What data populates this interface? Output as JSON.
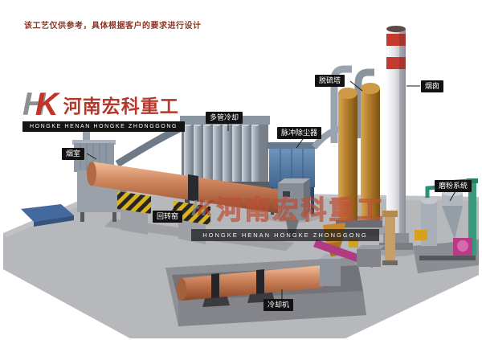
{
  "note": "该工艺仅供参考，具体根据客户的要求进行设计",
  "watermark": {
    "logo_h": "H",
    "logo_k": "K",
    "company_cn": "河南宏科重工",
    "company_en": "HONGKE HENAN HONGKE ZHONGGONG"
  },
  "labels": {
    "smoke_chamber": "烟室",
    "rotary_kiln": "回转窑",
    "multi_tube_cooler": "多管冷却",
    "pulse_dust_collector": "脉冲除尘器",
    "desulfurization_tower": "脱硫塔",
    "chimney": "烟囱",
    "grinding_system": "磨粉系统",
    "cooler": "冷却机"
  },
  "colors": {
    "kiln_body": "#c97a5c",
    "dust_collector_blue": "#4f79a7",
    "tower_orange": "#b07c2a",
    "chimney_band_red": "#c23b2e",
    "ground_gray": "#b7b8bc",
    "label_bg": "#121212",
    "note_text": "#8b3524",
    "brand_red": "#c2332a"
  }
}
